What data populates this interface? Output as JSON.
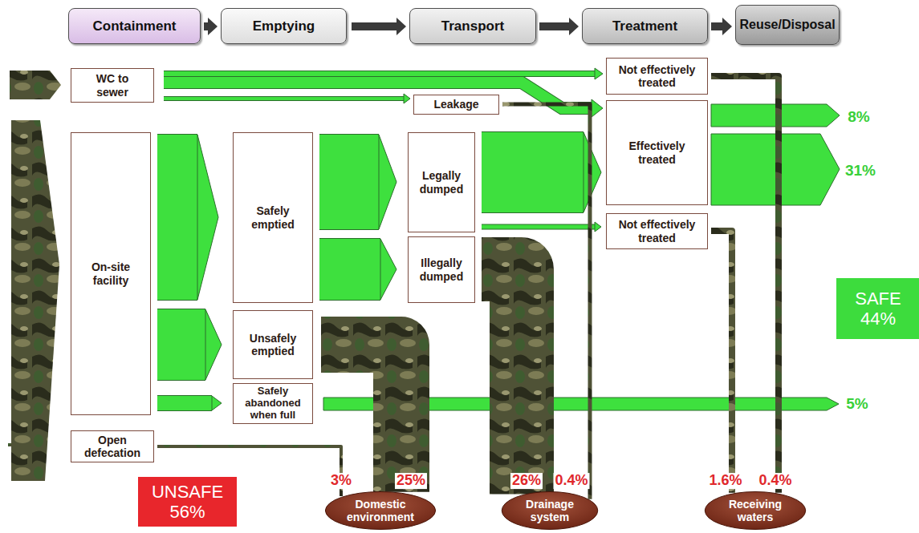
{
  "diagram": {
    "nodes": [
      {
        "text": [
          "Containment"
        ]
      },
      {
        "text": [
          "Emptying"
        ]
      },
      {
        "text": [
          "Transport"
        ]
      },
      {
        "text": [
          "Treatment"
        ]
      },
      {
        "text": [
          "Reuse/Disposal"
        ]
      },
      {
        "text": [
          "WC to sewer"
        ]
      },
      {
        "text": [
          "Leakage"
        ]
      },
      {
        "text": [
          "Not effectively treated"
        ]
      },
      {
        "text": [
          "On-site facility"
        ]
      },
      {
        "text": [
          "Safely emptied"
        ]
      },
      {
        "text": [
          "Legally dumped"
        ]
      },
      {
        "text": [
          "Effectively treated"
        ]
      },
      {
        "text": [
          "Illegally dumped"
        ]
      },
      {
        "text": [
          "Not effectively treated"
        ]
      },
      {
        "text": [
          "Unsafely emptied"
        ]
      },
      {
        "text": [
          "Safely abandoned when full"
        ]
      },
      {
        "text": [
          "Open defecation"
        ]
      },
      {
        "text": [
          "SAFE 44%"
        ]
      },
      {
        "text": [
          "UNSAFE 56%"
        ]
      },
      {
        "text": [
          "Domestic environment"
        ]
      },
      {
        "text": [
          "Drainage system"
        ]
      },
      {
        "text": [
          "Receiving waters"
        ]
      }
    ],
    "edges": [
      {
        "from": 0,
        "to": 1,
        "arrow": "to"
      },
      {
        "from": 1,
        "to": 2,
        "arrow": "to"
      },
      {
        "from": 2,
        "to": 3,
        "arrow": "to"
      },
      {
        "from": 3,
        "to": 4,
        "arrow": "to"
      },
      {
        "from": 5,
        "to": 7,
        "arrow": "to"
      },
      {
        "from": 5,
        "to": 11,
        "arrow": "to"
      },
      {
        "from": 5,
        "to": 6,
        "arrow": "to"
      },
      {
        "from": 8,
        "to": 9,
        "arrow": "to"
      },
      {
        "from": 9,
        "to": 10,
        "arrow": "to"
      },
      {
        "from": 9,
        "to": 12,
        "arrow": "to"
      },
      {
        "from": 10,
        "to": 11,
        "arrow": "to"
      },
      {
        "from": 10,
        "to": 13,
        "arrow": "to"
      },
      {
        "from": 8,
        "to": 14,
        "arrow": "to"
      },
      {
        "from": 8,
        "to": 15,
        "arrow": "to"
      },
      {
        "from": 14,
        "to": 19,
        "arrow": "none"
      },
      {
        "from": 12,
        "to": 20,
        "arrow": "none"
      },
      {
        "from": 6,
        "to": 20,
        "arrow": "none"
      },
      {
        "from": 16,
        "to": 19,
        "arrow": "none"
      },
      {
        "from": 13,
        "to": 21,
        "arrow": "none"
      },
      {
        "from": 7,
        "to": 21,
        "arrow": "none"
      }
    ],
    "labels": [
      "8%",
      "31%",
      "5%",
      "3%",
      "25%",
      "26%",
      "0.4%",
      "1.6%",
      "0.4%"
    ]
  }
}
